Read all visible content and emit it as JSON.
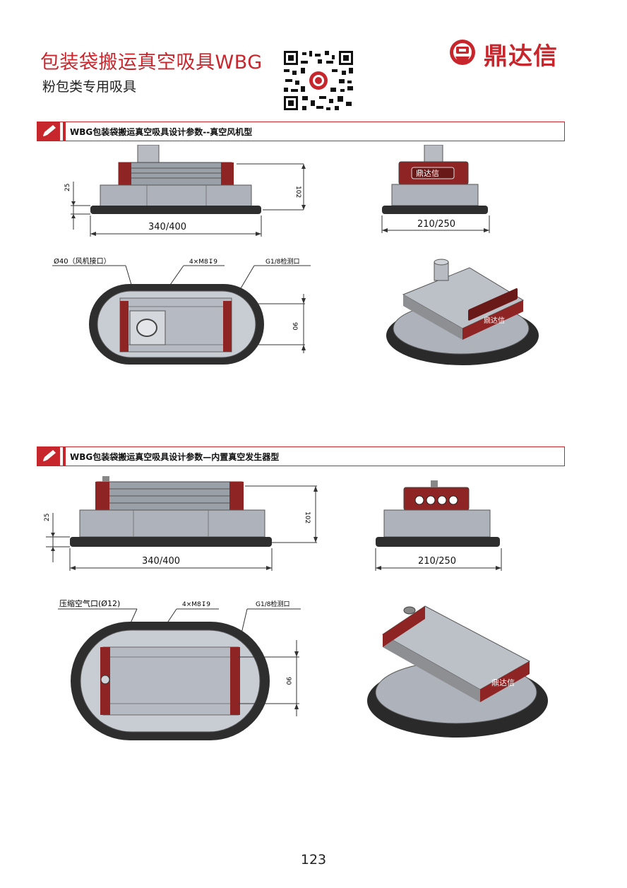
{
  "header": {
    "title": "包装袋搬运真空吸具WBG",
    "subtitle": "粉包类专用吸具",
    "logo_text": "鼎达信",
    "logo_badge": "鼎"
  },
  "sections": [
    {
      "heading": "WBG包装袋搬运真空吸具设计参数--真空风机型",
      "front_view": {
        "height_small": "25",
        "height_total": "102",
        "width_label": "340/400"
      },
      "side_view": {
        "width_label": "210/250",
        "plate_label": "鼎达信"
      },
      "top_view": {
        "callout_left": "Ø40（风机接口）",
        "callout_mid": "4×M8↧9",
        "callout_right": "G1/8检测口",
        "dim_right": "90"
      },
      "iso_view": {
        "plate_label": "鼎达信"
      }
    },
    {
      "heading": "WBG包装袋搬运真空吸具设计参数—内置真空发生器型",
      "front_view": {
        "height_small": "25",
        "height_total": "102",
        "width_label": "340/400"
      },
      "side_view": {
        "width_label": "210/250"
      },
      "top_view": {
        "callout_left": "压缩空气口(Ø12)",
        "callout_mid": "4×M8↧9",
        "callout_right": "G1/8检测口",
        "dim_right": "90"
      },
      "iso_view": {
        "plate_label": "鼎达信"
      }
    }
  ],
  "footer": {
    "page_number": "123"
  },
  "colors": {
    "brand_red": "#c8262d",
    "body_gray": "#aeb3bb",
    "dark_gray": "#3a3a3a",
    "clamp_red": "#8e2424"
  }
}
